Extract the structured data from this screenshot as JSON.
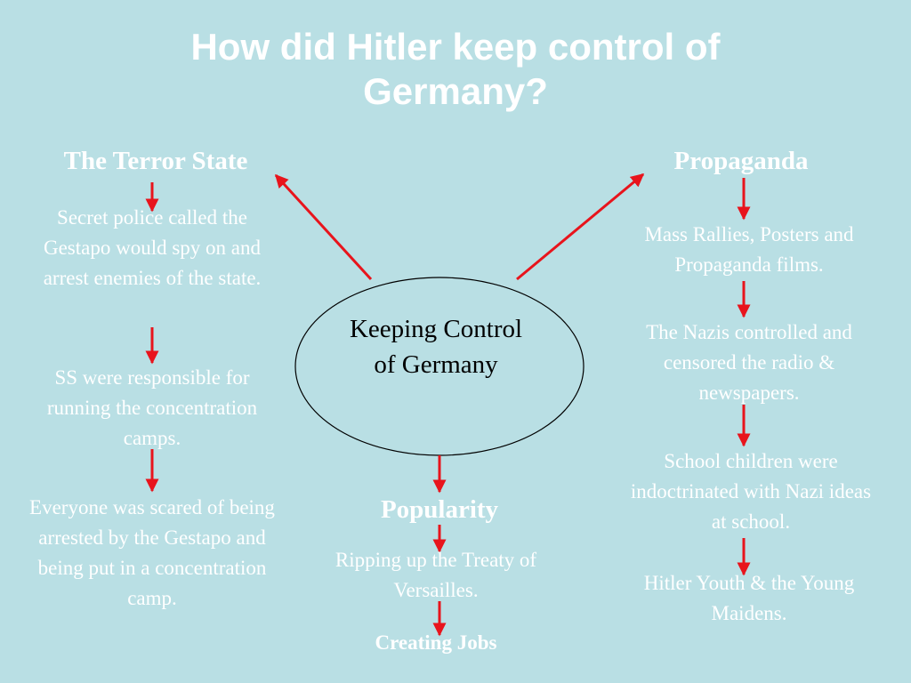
{
  "title": "How did Hitler keep control of Germany?",
  "center": "Keeping Control of Germany",
  "terror": {
    "heading": "The Terror State",
    "items": [
      "Secret police called the Gestapo would spy on and arrest enemies of the state.",
      "SS were responsible for running the concentration camps.",
      "Everyone was scared of being arrested by the Gestapo and being put in a concentration camp."
    ]
  },
  "propaganda": {
    "heading": "Propaganda",
    "items": [
      "Mass Rallies, Posters and Propaganda films.",
      "The Nazis controlled and censored the radio & newspapers.",
      "School children were indoctrinated with Nazi ideas at school.",
      "Hitler Youth & the Young Maidens."
    ]
  },
  "popularity": {
    "heading": "Popularity",
    "items": [
      "Ripping up the Treaty of Versailles.",
      "Creating Jobs"
    ]
  },
  "colors": {
    "background": "#b9dfe4",
    "text": "#ffffff",
    "arrow": "#e8141c",
    "ellipse_stroke": "#000000"
  }
}
